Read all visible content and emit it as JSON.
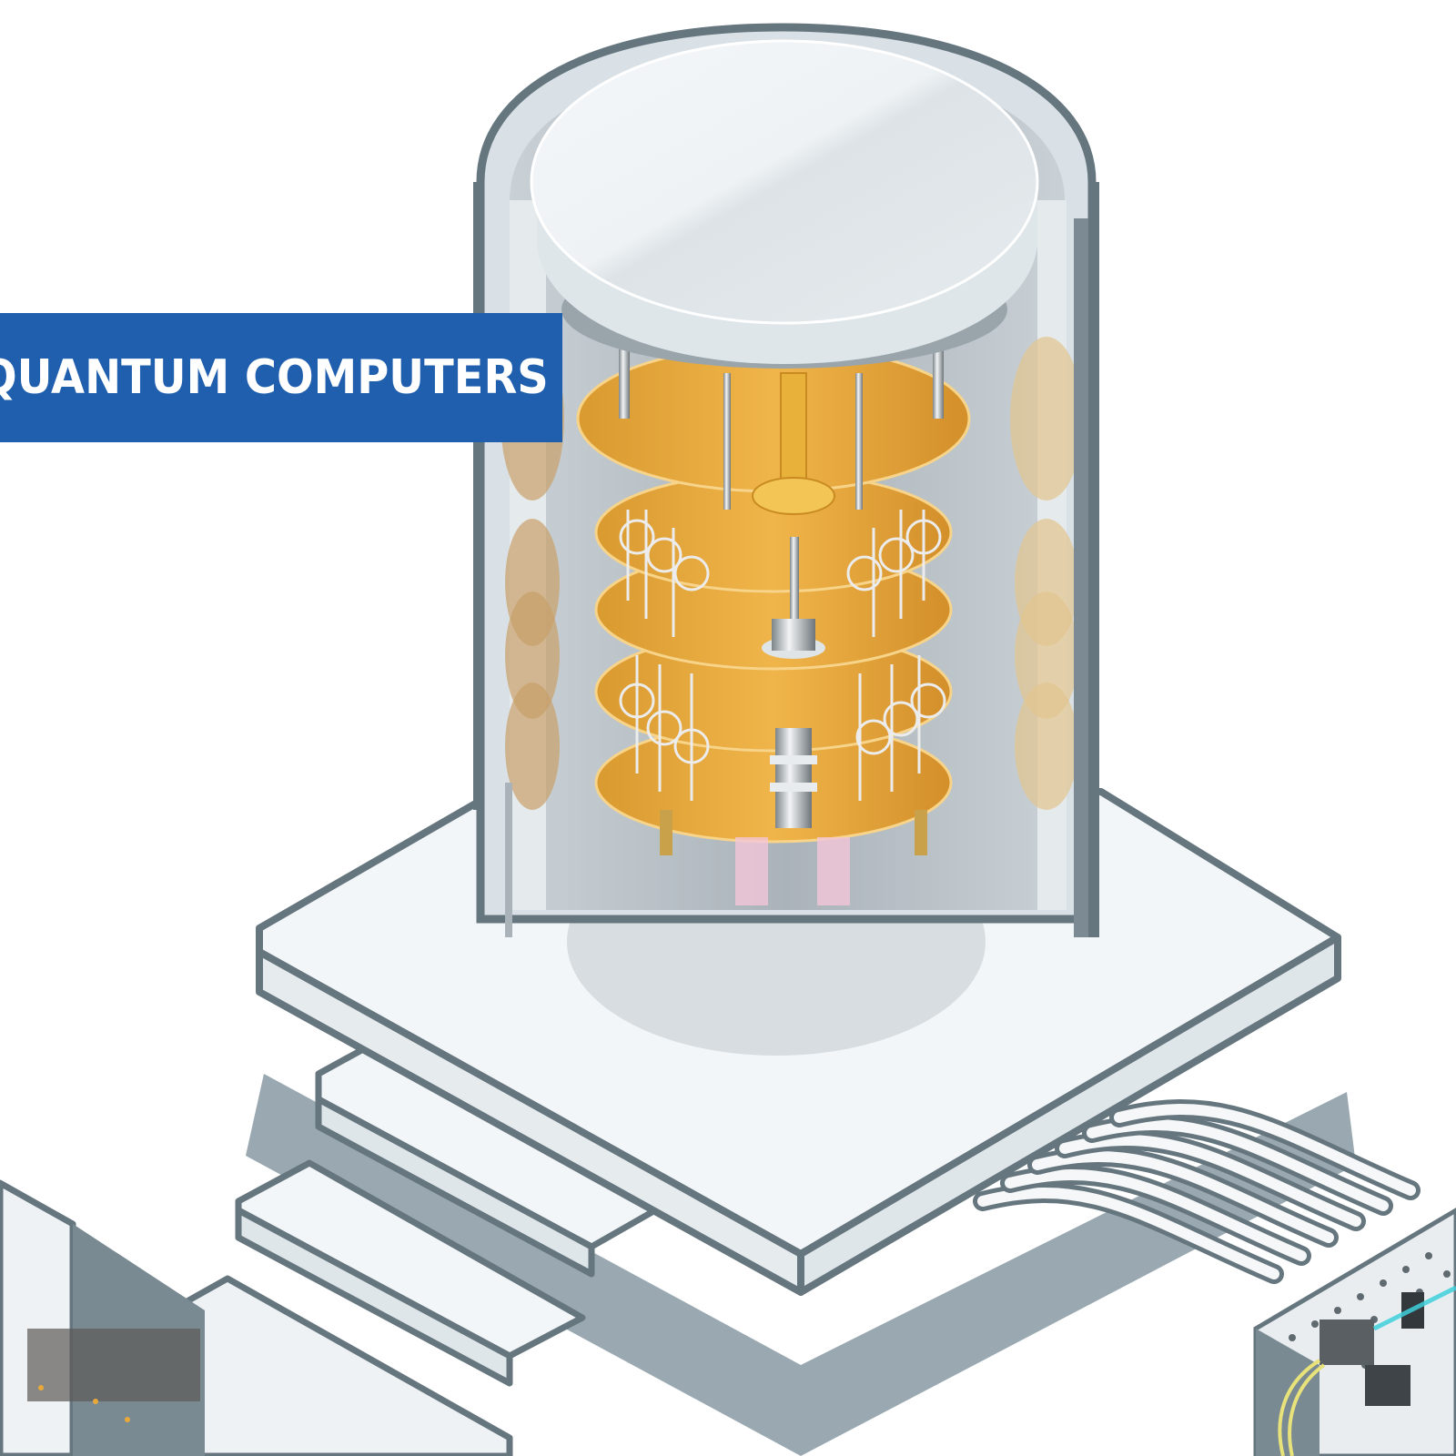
{
  "banner": {
    "title": "QUANTUM COMPUTERS",
    "visible_text": "UANTUM COMPUTERS",
    "background_color": "#1f5fae",
    "text_color": "#ffffff"
  },
  "illustration": {
    "subject": "isometric quantum computer dilution refrigerator",
    "components": [
      {
        "name": "outer-shield-cylinder",
        "color": "#d9e1e6"
      },
      {
        "name": "top-lid",
        "color": "#eef2f5"
      },
      {
        "name": "gold-stage-plates",
        "count": 5,
        "color": "#e8a93a"
      },
      {
        "name": "coaxial-wire-loops",
        "color": "#e6e6e6"
      },
      {
        "name": "central-mixing-chamber",
        "color": "#b9c0c5"
      },
      {
        "name": "base-platform",
        "color": "#f2f6f9"
      },
      {
        "name": "floor-shadow-disc",
        "color": "#d7dde1"
      },
      {
        "name": "control-rack-boxes",
        "count": 3
      },
      {
        "name": "cable-bundle",
        "count": 6
      },
      {
        "name": "optical-breadboard",
        "color": "#e9edf0"
      },
      {
        "name": "laser-beam",
        "color": "#3fd0dc"
      },
      {
        "name": "fiber-cables",
        "color": "#e8e27a"
      }
    ],
    "colors": {
      "outline": "#66767f",
      "shadow": "#9aa9b1",
      "light_surface": "#f2f6f9",
      "mid_surface": "#dfe6ea",
      "gold": "#e8a93a",
      "gold_dark": "#c98a22",
      "gold_dot": "#f6c64a",
      "steel": "#aeb6bb"
    }
  }
}
